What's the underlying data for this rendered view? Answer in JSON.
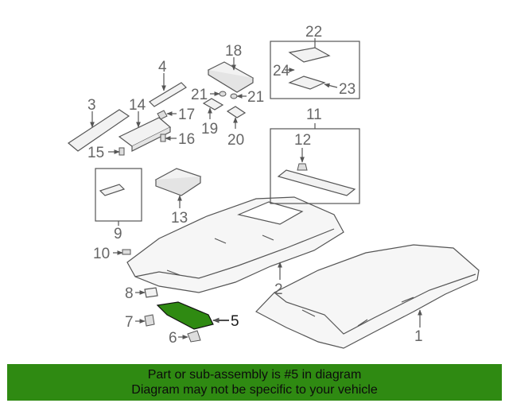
{
  "diagram": {
    "callouts": [
      {
        "id": "1",
        "text": "1"
      },
      {
        "id": "2",
        "text": "2"
      },
      {
        "id": "3",
        "text": "3"
      },
      {
        "id": "4",
        "text": "4"
      },
      {
        "id": "5",
        "text": "5"
      },
      {
        "id": "6",
        "text": "6"
      },
      {
        "id": "7",
        "text": "7"
      },
      {
        "id": "8",
        "text": "8"
      },
      {
        "id": "9",
        "text": "9"
      },
      {
        "id": "10",
        "text": "10"
      },
      {
        "id": "11",
        "text": "11"
      },
      {
        "id": "12",
        "text": "12"
      },
      {
        "id": "13",
        "text": "13"
      },
      {
        "id": "14",
        "text": "14"
      },
      {
        "id": "15",
        "text": "15"
      },
      {
        "id": "16",
        "text": "16"
      },
      {
        "id": "17",
        "text": "17"
      },
      {
        "id": "18",
        "text": "18"
      },
      {
        "id": "19",
        "text": "19"
      },
      {
        "id": "20",
        "text": "20"
      },
      {
        "id": "21a",
        "text": "21"
      },
      {
        "id": "21b",
        "text": "21"
      },
      {
        "id": "22",
        "text": "22"
      },
      {
        "id": "23",
        "text": "23"
      },
      {
        "id": "24",
        "text": "24"
      }
    ],
    "highlighted_part": "5",
    "highlight_color": "#2f8a12"
  },
  "banner": {
    "line1": "Part or sub-assembly is #5 in diagram",
    "line2": "Diagram may not be specific to your vehicle",
    "background": "#2f8a12"
  }
}
